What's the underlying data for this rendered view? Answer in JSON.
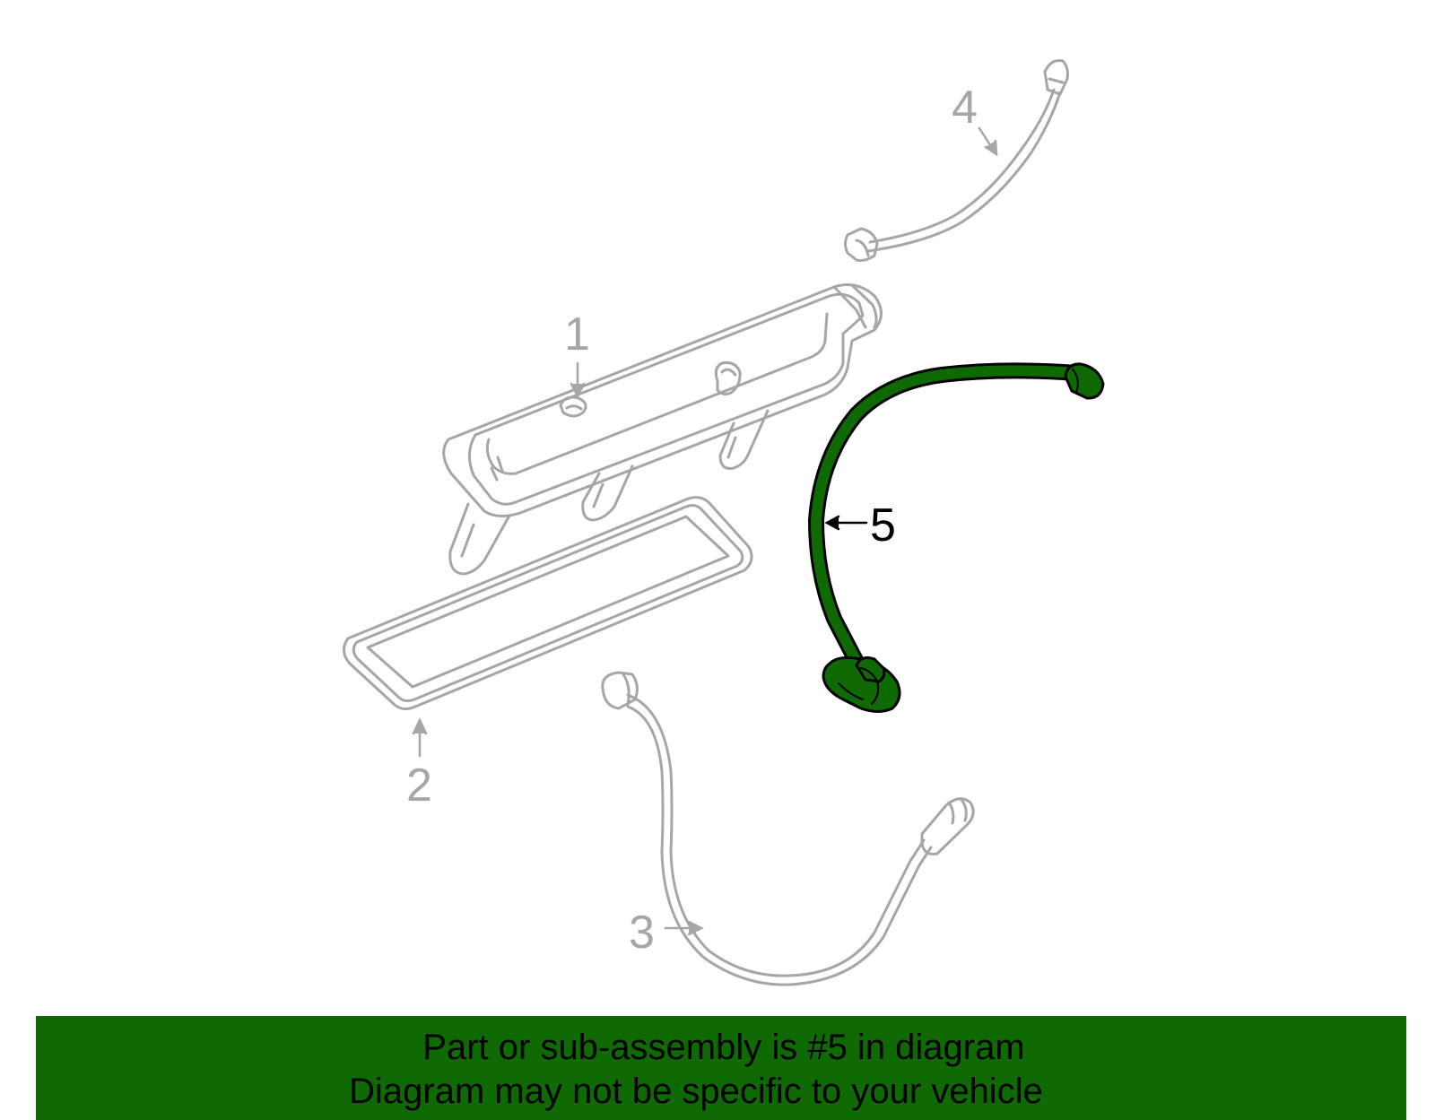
{
  "diagram": {
    "callouts": [
      {
        "id": "1",
        "label": "1"
      },
      {
        "id": "2",
        "label": "2"
      },
      {
        "id": "3",
        "label": "3"
      },
      {
        "id": "4",
        "label": "4"
      },
      {
        "id": "5",
        "label": "5"
      }
    ],
    "highlighted_part": "5",
    "colors": {
      "outline": "#a6a6a6",
      "highlight_fill": "#0f6a04",
      "highlight_stroke": "#000000",
      "banner_bg": "#0f6a04"
    }
  },
  "banner": {
    "line1": "Part or sub-assembly is #5 in diagram",
    "line2": "Diagram may not be specific to your vehicle"
  }
}
